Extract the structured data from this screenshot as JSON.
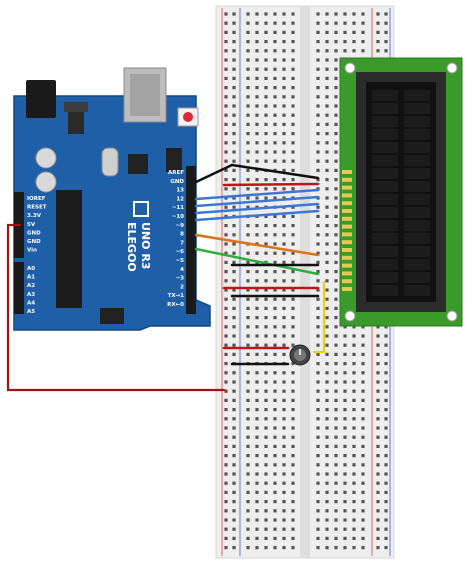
{
  "board": {
    "brand": "ELEGOO",
    "model": "UNO R3",
    "power_pins": [
      "IOREF",
      "RESET",
      "3.3V",
      "5V",
      "GND",
      "GND",
      "Vin"
    ],
    "analog_pins": [
      "A0",
      "A1",
      "A2",
      "A3",
      "A4",
      "A5"
    ],
    "digital_pins": [
      "AREF",
      "GND",
      "13",
      "12",
      "~11",
      "~10",
      "~9",
      "8",
      "7",
      "~6",
      "~5",
      "4",
      "~3",
      "2",
      "TX→1",
      "RX←0"
    ],
    "reset_label": "RESET"
  },
  "colors": {
    "board": "#1f5fa8",
    "lcd_frame": "#3a9a2a",
    "lcd_screen": "#111111",
    "wire_red": "#c0141b",
    "wire_black": "#111111",
    "wire_blue": "#3a78d8",
    "wire_orange": "#d9741a",
    "wire_green": "#2fae3c",
    "wire_yellow": "#e6d21a",
    "wire_darkred": "#a11414"
  }
}
